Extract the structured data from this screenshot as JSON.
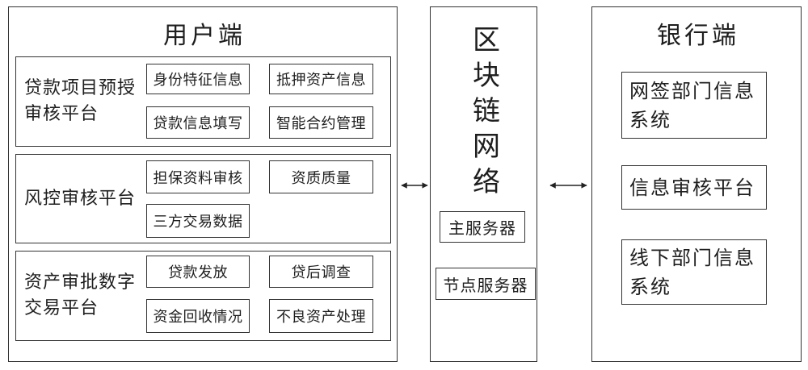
{
  "user_side": {
    "title": "用户端",
    "platforms": [
      {
        "label_lines": [
          "贷款项目预授",
          "审核平台"
        ],
        "modules": [
          "身份特征信息",
          "抵押资产信息",
          "贷款信息填写",
          "智能合约管理"
        ]
      },
      {
        "label_lines": [
          "风控审核平台"
        ],
        "modules": [
          "担保资料审核",
          "资质质量",
          "三方交易数据"
        ]
      },
      {
        "label_lines": [
          "资产审批数字",
          "交易平台"
        ],
        "modules": [
          "贷款发放",
          "贷后调查",
          "资金回收情况",
          "不良资产处理"
        ]
      }
    ]
  },
  "blockchain": {
    "title": "区块链网络",
    "servers": [
      "主服务器",
      "节点服务器"
    ]
  },
  "bank_side": {
    "title": "银行端",
    "systems": [
      {
        "lines": [
          "网签部门信息",
          "系统"
        ]
      },
      {
        "lines": [
          "信息审核平台"
        ]
      },
      {
        "lines": [
          "线下部门信息",
          "系统"
        ]
      }
    ]
  },
  "colors": {
    "line": "#333333",
    "text": "#1e1e1e",
    "background": "#ffffff"
  }
}
